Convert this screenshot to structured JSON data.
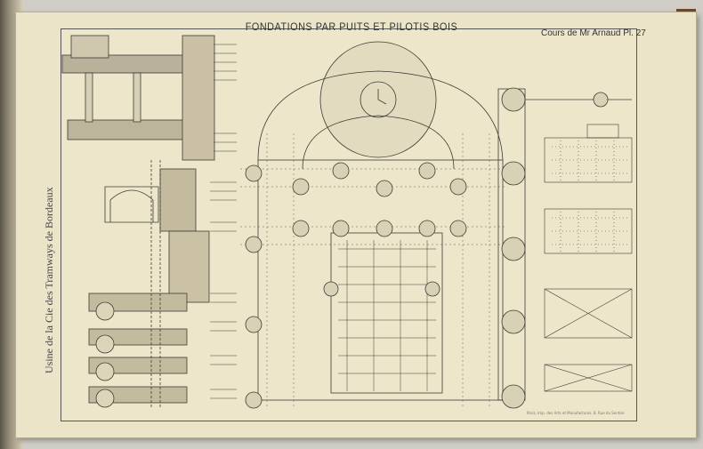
{
  "plate": {
    "title": "FONDATIONS PAR PUITS ET PILOTIS BOIS",
    "course": "Cours de Mr Arnaud  Pl. 27",
    "side_label": "Usine de la Cie des Tramways de Bordeaux",
    "credit": "Paris, Imp. des Arts et Manufactures. 8, Rue du Sentier."
  }
}
